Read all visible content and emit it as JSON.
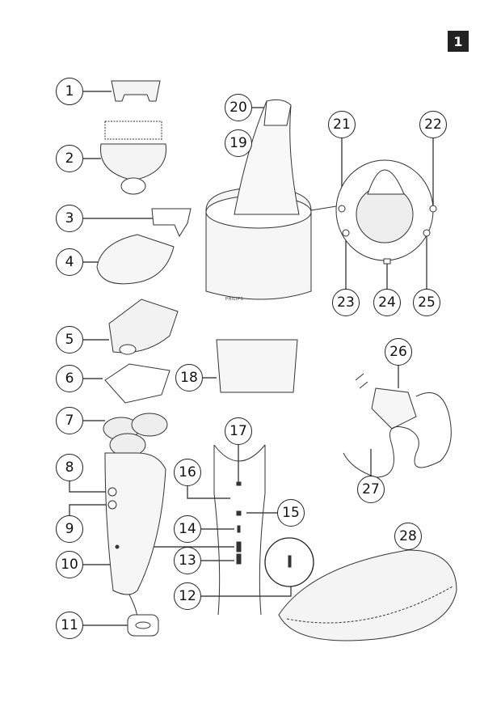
{
  "page_number": "1",
  "brand_logo": "PHILIPS",
  "callouts": {
    "c1": "1",
    "c2": "2",
    "c3": "3",
    "c4": "4",
    "c5": "5",
    "c6": "6",
    "c7": "7",
    "c8": "8",
    "c9": "9",
    "c10": "10",
    "c11": "11",
    "c12": "12",
    "c13": "13",
    "c14": "14",
    "c15": "15",
    "c16": "16",
    "c17": "17",
    "c18": "18",
    "c19": "19",
    "c20": "20",
    "c21": "21",
    "c22": "22",
    "c23": "23",
    "c24": "24",
    "c25": "25",
    "c26": "26",
    "c27": "27",
    "c28": "28"
  }
}
